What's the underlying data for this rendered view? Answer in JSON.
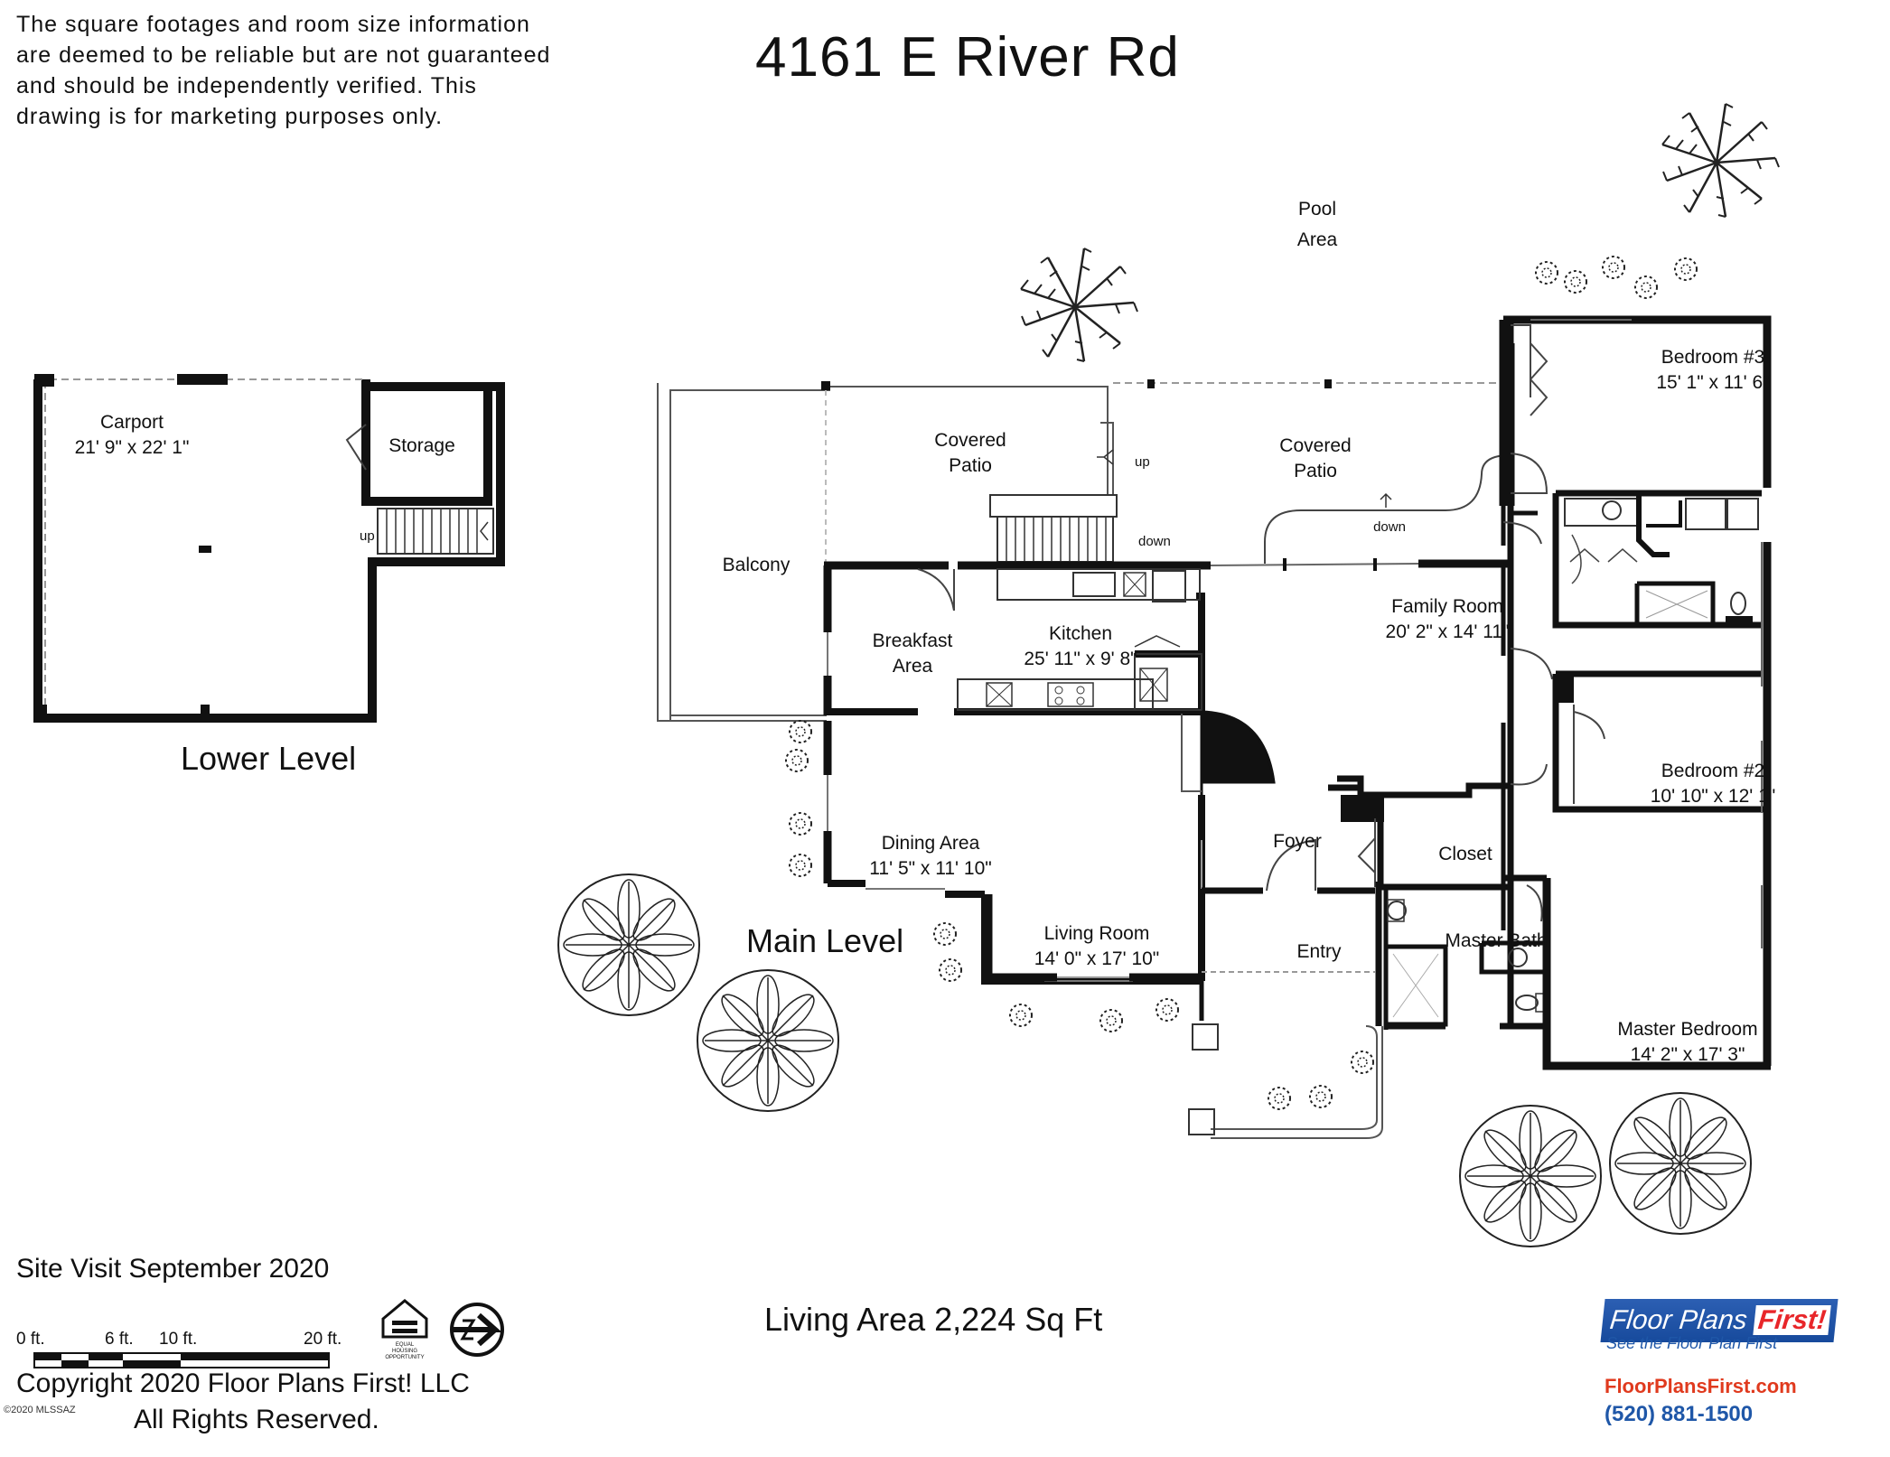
{
  "disclaimer": {
    "line1": "The square footages and room size information",
    "line2": "are deemed to be reliable but are not guaranteed",
    "line3": "and should be independently verified. This",
    "line4": "drawing is for marketing purposes only."
  },
  "title": "4161 E River Rd",
  "levels": {
    "lower": "Lower Level",
    "main": "Main Level"
  },
  "rooms": {
    "carport_name": "Carport",
    "carport_size": "21' 9\" x 22' 1\"",
    "storage": "Storage",
    "pool_line1": "Pool",
    "pool_line2": "Area",
    "covered_patio_west_1": "Covered",
    "covered_patio_west_2": "Patio",
    "covered_patio_east_1": "Covered",
    "covered_patio_east_2": "Patio",
    "balcony": "Balcony",
    "breakfast_1": "Breakfast",
    "breakfast_2": "Area",
    "kitchen_name": "Kitchen",
    "kitchen_size": "25' 11\" x 9' 8\"",
    "family_name": "Family Room",
    "family_size": "20' 2\" x 14' 11\"",
    "bed3_name": "Bedroom #3",
    "bed3_size": "15' 1\" x 11' 6\"",
    "bed2_name": "Bedroom #2",
    "bed2_size": "10' 10\" x 12' 1\"",
    "dining_name": "Dining Area",
    "dining_size": "11' 5\" x 11' 10\"",
    "living_name": "Living Room",
    "living_size": "14' 0\" x 17' 10\"",
    "foyer": "Foyer",
    "closet": "Closet",
    "entry": "Entry",
    "master_bath": "Master Bath",
    "master_bed_name": "Master Bedroom",
    "master_bed_size": "14' 2\" x 17' 3\""
  },
  "stairs": {
    "up_carport": "up",
    "up_patio": "up",
    "down_patio": "down",
    "down_family": "down"
  },
  "scale": {
    "t0": "0 ft.",
    "t6": "6 ft.",
    "t10": "10 ft.",
    "t20": "20 ft."
  },
  "footer": {
    "site_visit": "Site Visit September 2020",
    "living_area": "Living Area 2,224 Sq Ft",
    "copyright_1": "Copyright 2020 Floor Plans First! LLC",
    "copyright_2": "All Rights Reserved.",
    "mls": "©2020 MLSSAZ",
    "equal_housing_1": "EQUAL",
    "equal_housing_2": "HOUSING",
    "equal_housing_3": "OPPORTUNITY"
  },
  "brand": {
    "name": "Floor Plans",
    "first": "First!",
    "tagline": "See the Floor Plan First",
    "website": "FloorPlansFirst.com",
    "phone": "(520) 881-1500"
  }
}
